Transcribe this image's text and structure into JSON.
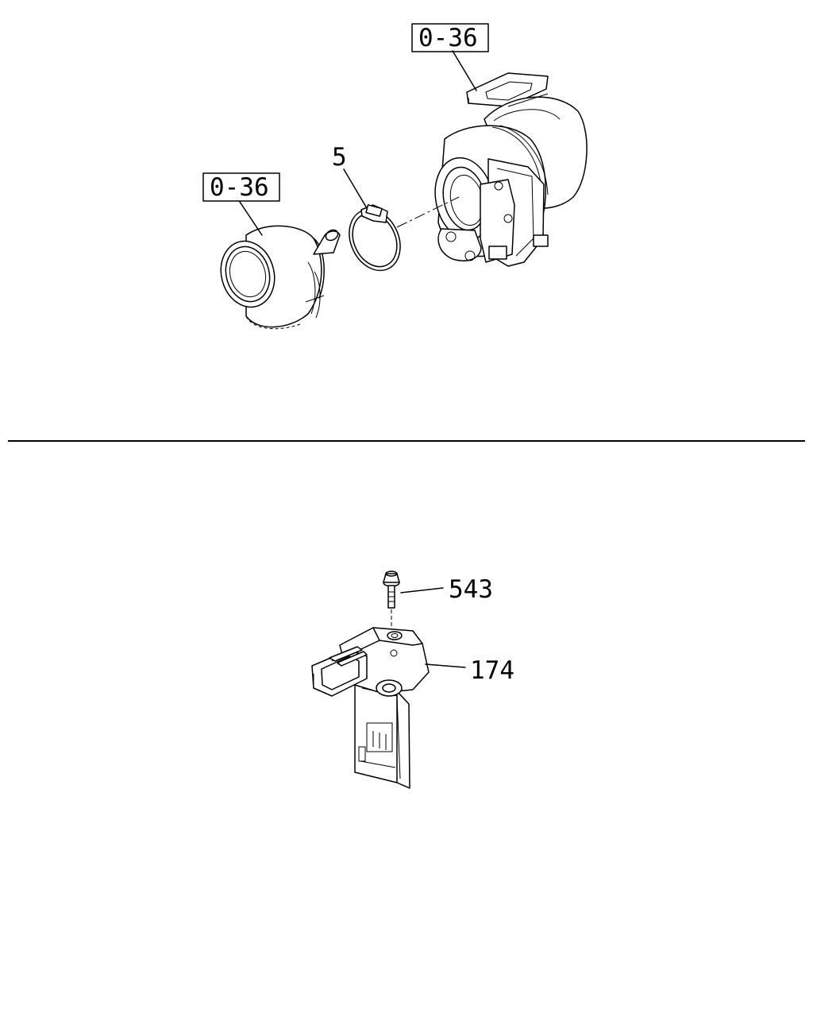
{
  "callouts": {
    "turbo_ref": "0-36",
    "inlet_ref": "0-36",
    "clamp": "5",
    "bolt": "543",
    "sensor": "174"
  }
}
